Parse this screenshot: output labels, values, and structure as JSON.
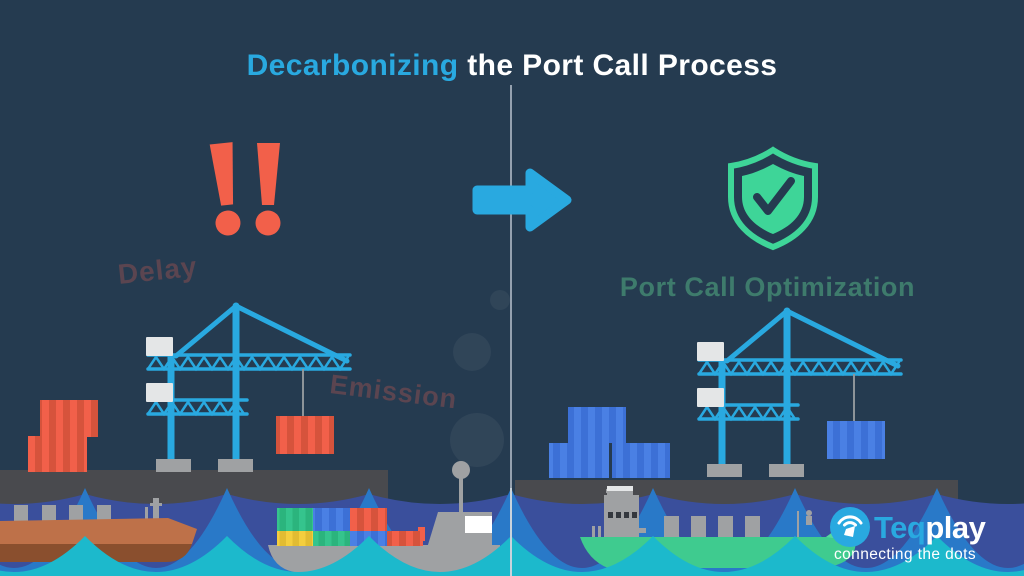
{
  "title": {
    "highlight": "Decarbonizing",
    "rest": " the Port Call Process"
  },
  "left_panel": {
    "icon": "double-exclamation-icon",
    "labels": {
      "delay": "Delay",
      "emission": "Emission"
    }
  },
  "right_panel": {
    "icon": "shield-check-icon",
    "label": "Port Call Optimization"
  },
  "middle": {
    "icon": "arrow-right-icon",
    "divider": "vertical-divider-line"
  },
  "logo": {
    "icon": "teqplay-signal-icon",
    "brand_teq": "Teq",
    "brand_play": "play",
    "tagline": "connecting the dots"
  },
  "colors": {
    "navy": "#253B50",
    "accent": "#29A9E0",
    "white": "#FFFFFF",
    "red": "#F2604A",
    "red-dark": "#D6533C",
    "muted-red": "#5B4550",
    "green": "#3ED598",
    "muted-green": "#3E7B6C",
    "gray-light": "#E4E6E7",
    "gray-mid": "#9FA1A3",
    "dock": "#494A4E",
    "indigo": "#3A4F9C",
    "mid-blue": "#2979C8",
    "teal": "#1CB9CC",
    "blue-cont": "#4A80E4",
    "blue-cont-dark": "#3C70D6",
    "green-cont": "#35C48D",
    "green-cont-dark": "#2BB47D",
    "yellow-cont": "#F4CE3E",
    "yellow-cont-dark": "#E2BC32",
    "ship-brown": "#BE7149",
    "ship-brown-dark": "#8A4F2E",
    "ship-green": "#3FCB8F",
    "ship-green-light": "#55D89E",
    "divider": "#A9B4C0",
    "cable": "#8D9499"
  }
}
